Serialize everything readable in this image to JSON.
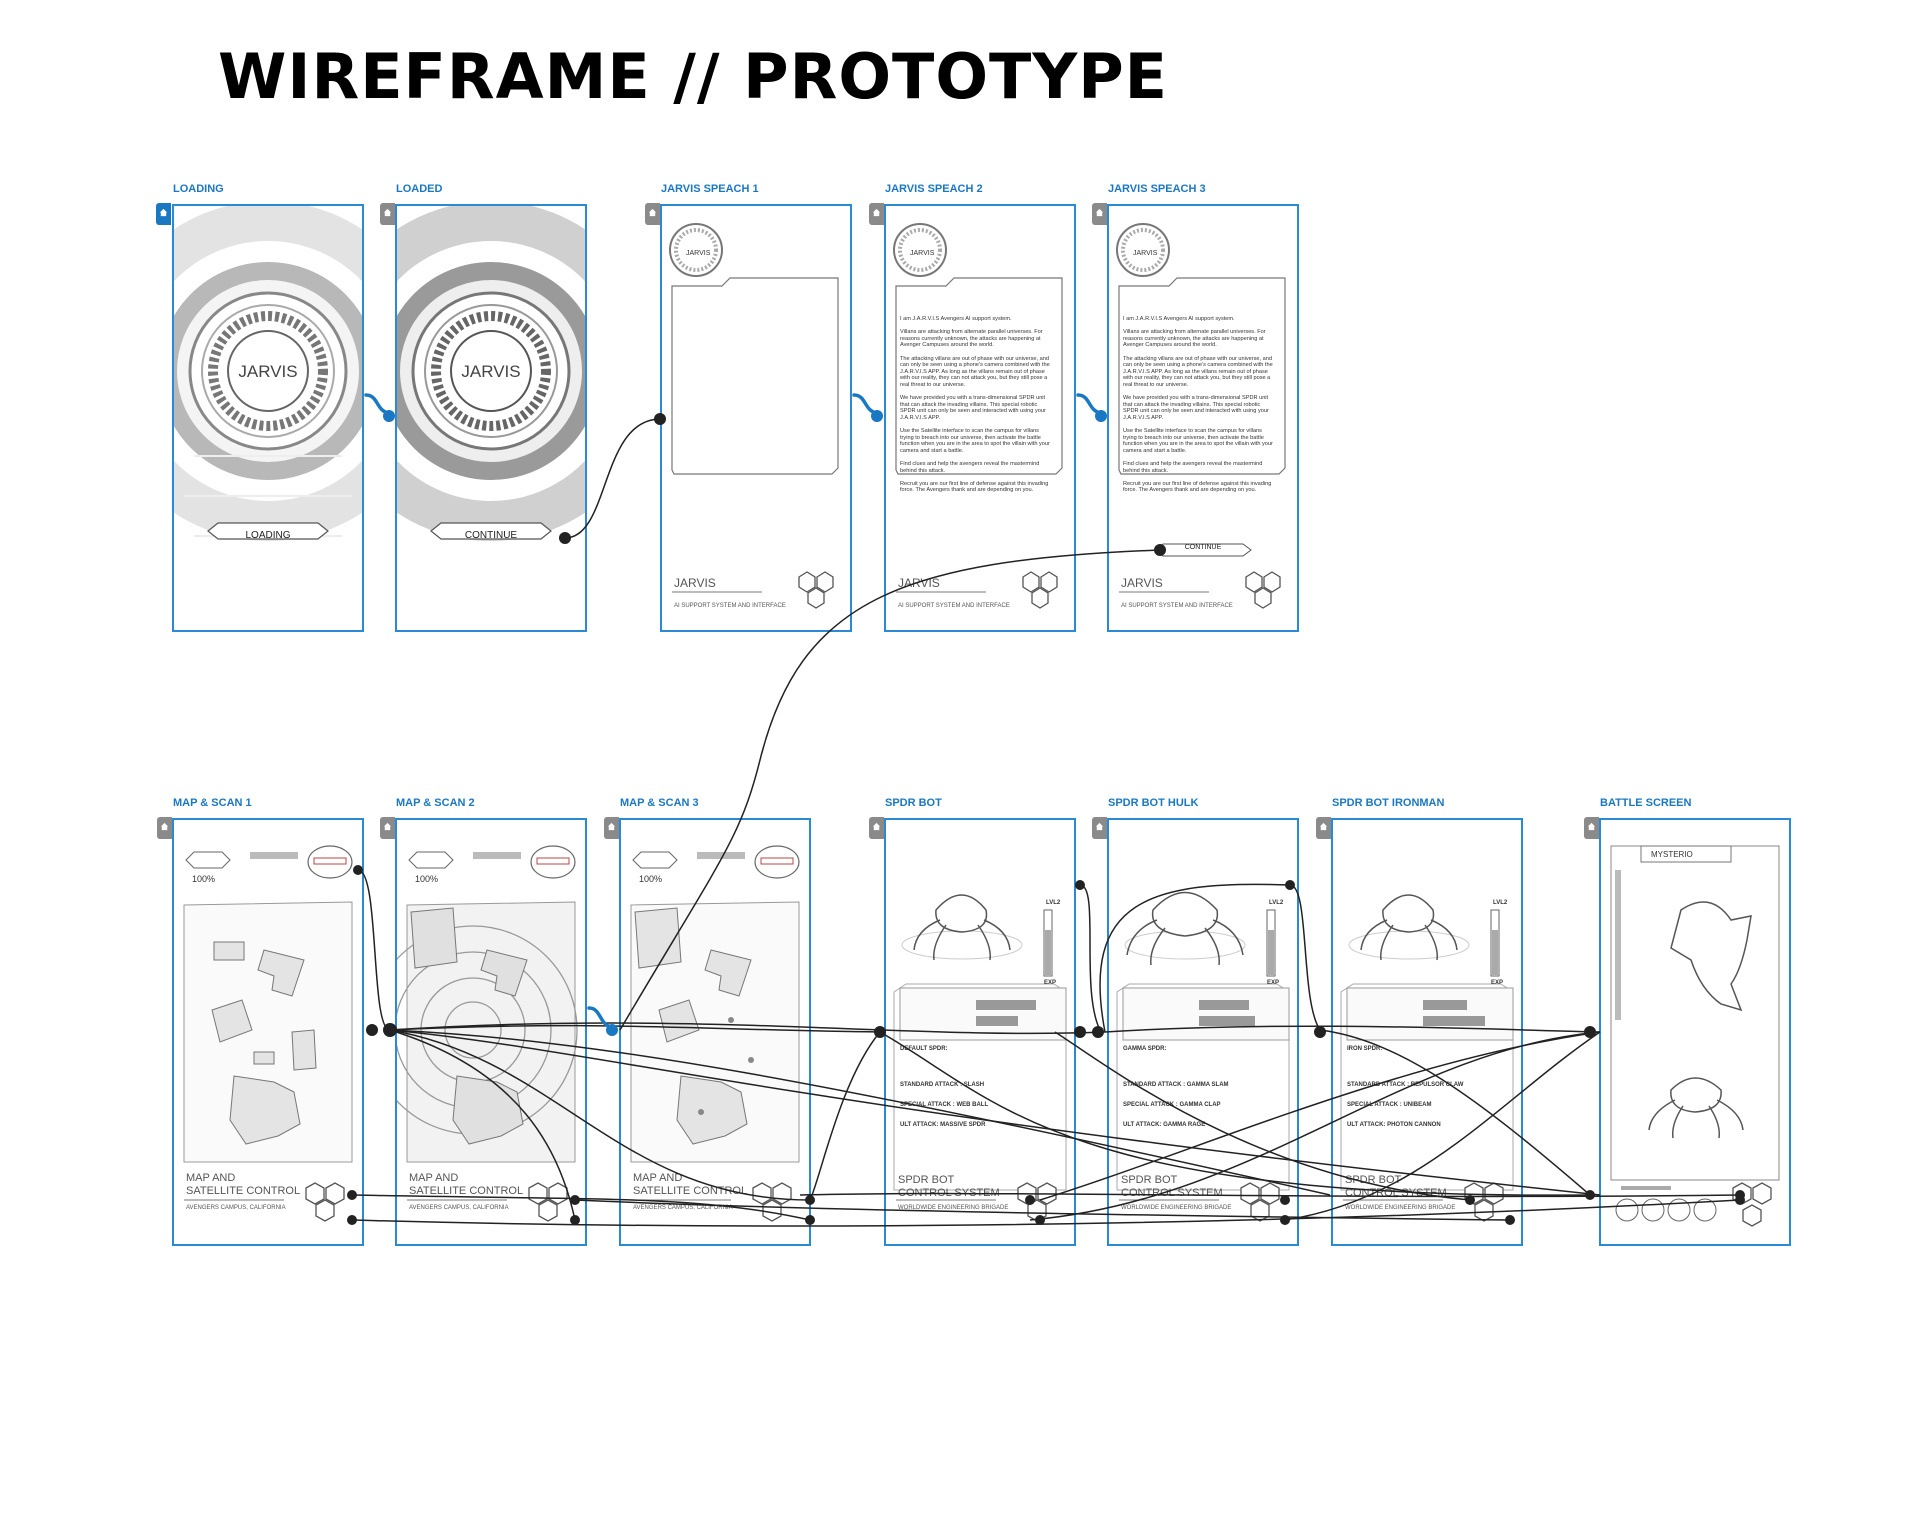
{
  "page": {
    "title": "WIREFRAME // PROTOTYPE"
  },
  "frames": {
    "loading": {
      "label": "LOADING",
      "center": "JARVIS",
      "button": "LOADING"
    },
    "loaded": {
      "label": "LOADED",
      "center": "JARVIS",
      "button": "CONTINUE"
    },
    "jarvis1": {
      "label": "JARVIS SPEACH 1",
      "badge": "JARVIS",
      "title": "JARVIS",
      "subtitle": "AI SUPPORT SYSTEM AND INTERFACE"
    },
    "jarvis2": {
      "label": "JARVIS SPEACH 2",
      "badge": "JARVIS",
      "title": "JARVIS",
      "subtitle": "AI SUPPORT SYSTEM AND INTERFACE",
      "body": "I am J.A.R.V.I.S Avengers AI support system.\n\nVillans are attacking from alternate parallel universes. For reasons currently unknown, the attacks are happening at Avenger Campuses around the world.\n\nThe attacking villans are out of phase with our universe, and can only be seen using a phone's camera combined with the J.A.R.V.I.S APP. As long as the villans remain out of phase with our reality, they can not attack you, but they still pose a real threat to our universe.\n\nWe have provided you with a trans-dimensional SPDR unit that can attack the invading villains. This special robotic SPDR unit can only be seen and interacted with using your J.A.R.V.I.S APP.\n\nUse the Satellite interface to scan the campus for villans trying to breach into our universe, then activate the battle function when you are in the area to spot the villain with your camera and start a battle.\n\nFind clues and help the avengers reveal the mastermind behind this attack.\n\nRecruit you are our first line of defense against this invading force. The Avengers thank and are depending on you."
    },
    "jarvis3": {
      "label": "JARVIS SPEACH 3",
      "badge": "JARVIS",
      "title": "JARVIS",
      "subtitle": "AI SUPPORT SYSTEM AND INTERFACE",
      "button": "CONTINUE",
      "body": "I am J.A.R.V.I.S Avengers AI support system.\n\nVillans are attacking from alternate parallel universes. For reasons currently unknown, the attacks are happening at Avenger Campuses around the world.\n\nThe attacking villans are out of phase with our universe, and can only be seen using a phone's camera combined with the J.A.R.V.I.S APP. As long as the villans remain out of phase with our reality, they can not attack you, but they still pose a real threat to our universe.\n\nWe have provided you with a trans-dimensional SPDR unit that can attack the invading villains. This special robotic SPDR unit can only be seen and interacted with using your J.A.R.V.I.S APP.\n\nUse the Satellite interface to scan the campus for villans trying to breach into our universe, then activate the battle function when you are in the area to spot the villain with your camera and start a battle.\n\nFind clues and help the avengers reveal the mastermind behind this attack.\n\nRecruit you are our first line of defense against this invading force. The Avengers thank and are depending on you."
    },
    "map1": {
      "label": "MAP & SCAN 1",
      "percent": "100%",
      "title": "MAP AND\nSATELLITE CONTROL",
      "subtitle": "AVENGERS CAMPUS, CALIFORNIA"
    },
    "map2": {
      "label": "MAP & SCAN 2",
      "percent": "100%",
      "title": "MAP AND\nSATELLITE CONTROL",
      "subtitle": "AVENGERS CAMPUS, CALIFORNIA"
    },
    "map3": {
      "label": "MAP & SCAN 3",
      "percent": "100%",
      "title": "MAP AND\nSATELLITE CONTROL",
      "subtitle": "AVENGERS CAMPUS, CALIFORNIA"
    },
    "spdr": {
      "label": "SPDR BOT",
      "title": "SPDR BOT\nCONTROL SYSTEM",
      "subtitle": "WORLDWIDE ENGINEERING BRIGADE",
      "lvl": "LVL2",
      "exp": "EXP",
      "type": "DEFAULT SPDR:",
      "std": "STANDARD ATTACK : SLASH",
      "special": "SPECIAL ATTACK : WEB BALL",
      "ult": "ULT ATTACK: MASSIVE SPDR"
    },
    "hulk": {
      "label": "SPDR BOT HULK",
      "title": "SPDR BOT\nCONTROL SYSTEM",
      "subtitle": "WORLDWIDE ENGINEERING BRIGADE",
      "lvl": "LVL2",
      "exp": "EXP",
      "type": "GAMMA SPDR:",
      "std": "STANDARD ATTACK : GAMMA SLAM",
      "special": "SPECIAL ATTACK : GAMMA CLAP",
      "ult": "ULT ATTACK: GAMMA RAGE"
    },
    "ironman": {
      "label": "SPDR BOT IRONMAN",
      "title": "SPDR BOT\nCONTROL SYSTEM",
      "subtitle": "WORLDWIDE ENGINEERING BRIGADE",
      "lvl": "LVL2",
      "exp": "EXP",
      "type": "IRON SPDR:",
      "std": "STANDARD ATTACK : REPULSOR CLAW",
      "special": "SPECIAL ATTACK : UNIBEAM",
      "ult": "ULT ATTACK: PHOTON CANNON"
    },
    "battle": {
      "label": "BATTLE SCREEN",
      "villain": "MYSTERIO"
    }
  },
  "colors": {
    "frame_border": "#2b8ad6",
    "label": "#1a78c2",
    "connector": "#222222",
    "flow_link": "#1a78c2"
  }
}
